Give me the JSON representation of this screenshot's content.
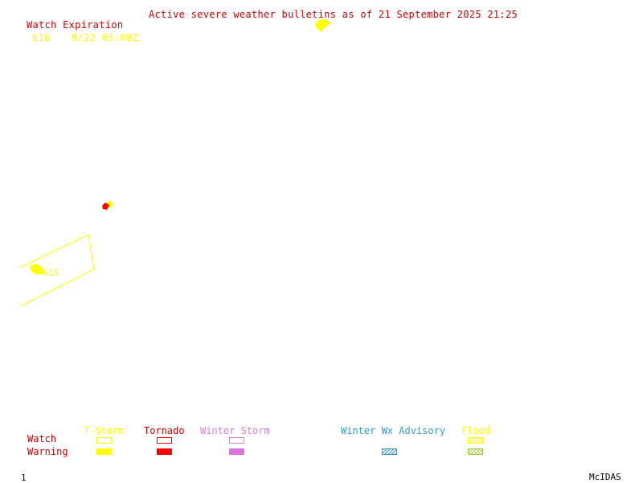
{
  "header": {
    "title": "Active severe weather bulletins as of 21 September 2025 21:25",
    "watch_expiration_label": "Watch Expiration",
    "watch_number": "616",
    "watch_expiration_time": "9/22 03:00Z"
  },
  "map": {
    "watch_box_label": "616"
  },
  "legend": {
    "row_labels": {
      "watch": "Watch",
      "warning": "Warning"
    },
    "categories": [
      {
        "label": "T-Storm",
        "color": "#ffff00"
      },
      {
        "label": "Tornado",
        "color": "#ff0000"
      },
      {
        "label": "Winter Storm",
        "color": "#dd77dd"
      },
      {
        "label": "Winter Wx Advisory",
        "color": "#3399cc"
      },
      {
        "label": "Flood",
        "color": "#99cc33"
      }
    ]
  },
  "colors": {
    "title": "#cc0000",
    "tstorm": "#ffff00",
    "tornado": "#ff0000",
    "winter_storm": "#dd77dd",
    "winter_wx_advisory": "#3399cc",
    "flood_title": "#ffff00",
    "flood_hatch": "#99cc33",
    "background": "#ffffff"
  },
  "footer": {
    "frame_number": "1",
    "brand": "McIDAS"
  }
}
